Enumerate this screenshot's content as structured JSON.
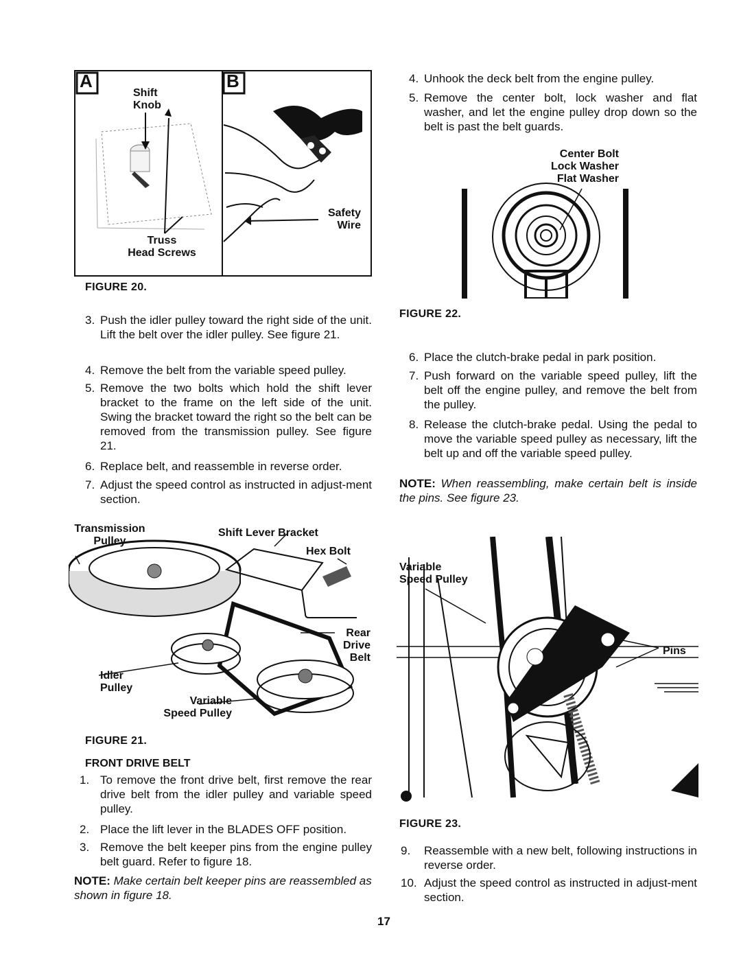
{
  "fig20": {
    "panel_a_letter": "A",
    "panel_b_letter": "B",
    "shift_knob_label": "Shift\nKnob",
    "truss_label": "Truss\nHead Screws",
    "safety_wire_label": "Safety\nWire",
    "caption": "FIGURE 20."
  },
  "left_steps_1": [
    {
      "num": "3.",
      "text": "Push the idler pulley toward the right side of the unit. Lift the belt over the idler pulley. See figure 21."
    },
    {
      "num": "4.",
      "text": "Remove the belt from the variable speed pulley."
    },
    {
      "num": "5.",
      "text": "Remove the two bolts which hold the shift lever bracket to the frame on the left side of the unit. Swing the bracket toward the right so the belt can be removed from the transmission pulley. See figure 21."
    },
    {
      "num": "6.",
      "text": "Replace belt, and reassemble in reverse order."
    },
    {
      "num": "7.",
      "text": "Adjust the speed control as instructed in adjust-ment section."
    }
  ],
  "fig21": {
    "transmission_label": "Transmission\nPulley",
    "shift_lever_label": "Shift Lever Bracket",
    "hex_bolt_label": "Hex Bolt",
    "rear_drive_label": "Rear\nDrive\nBelt",
    "idler_label": "Idler\nPulley",
    "variable_label": "Variable\nSpeed Pulley",
    "caption": "FIGURE 21."
  },
  "front_drive": {
    "heading": "FRONT DRIVE BELT",
    "steps": [
      {
        "num": "1.",
        "text": "To remove the front drive belt, first remove the rear drive belt from the idler pulley and variable speed pulley."
      },
      {
        "num": "2.",
        "text": "Place the lift lever in the BLADES OFF position."
      },
      {
        "num": "3.",
        "text": "Remove the belt keeper pins from the engine pulley belt guard. Refer to figure 18."
      }
    ],
    "note_label": "NOTE:",
    "note_text": "Make certain belt keeper pins are reassembled as shown in figure 18."
  },
  "right_steps_1": [
    {
      "num": "4.",
      "text": "Unhook the deck belt from the engine pulley."
    },
    {
      "num": "5.",
      "text": "Remove the center bolt, lock washer and flat washer, and let the engine pulley drop down so the belt is past the belt guards."
    }
  ],
  "fig22": {
    "labels": "Center Bolt\nLock Washer\nFlat Washer",
    "caption": "FIGURE 22."
  },
  "right_steps_2": [
    {
      "num": "6.",
      "text": "Place the clutch-brake pedal in park position."
    },
    {
      "num": "7.",
      "text": "Push forward on the variable speed pulley, lift the belt off the engine pulley, and remove the belt from the pulley."
    },
    {
      "num": "8.",
      "text": "Release the clutch-brake pedal. Using the pedal to move the variable speed pulley as necessary, lift the belt up and off the variable speed pulley."
    }
  ],
  "right_note": {
    "label": "NOTE:",
    "text": "When reassembling, make certain belt is inside the pins. See figure 23."
  },
  "fig23": {
    "variable_label": "Variable\nSpeed Pulley",
    "pins_label": "Pins",
    "caption": "FIGURE 23."
  },
  "right_steps_3": [
    {
      "num": "9.",
      "text": "Reassemble with a new belt, following instructions in reverse order."
    },
    {
      "num": "10.",
      "text": "Adjust the speed control as instructed in adjust-ment section."
    }
  ],
  "page_number": "17"
}
